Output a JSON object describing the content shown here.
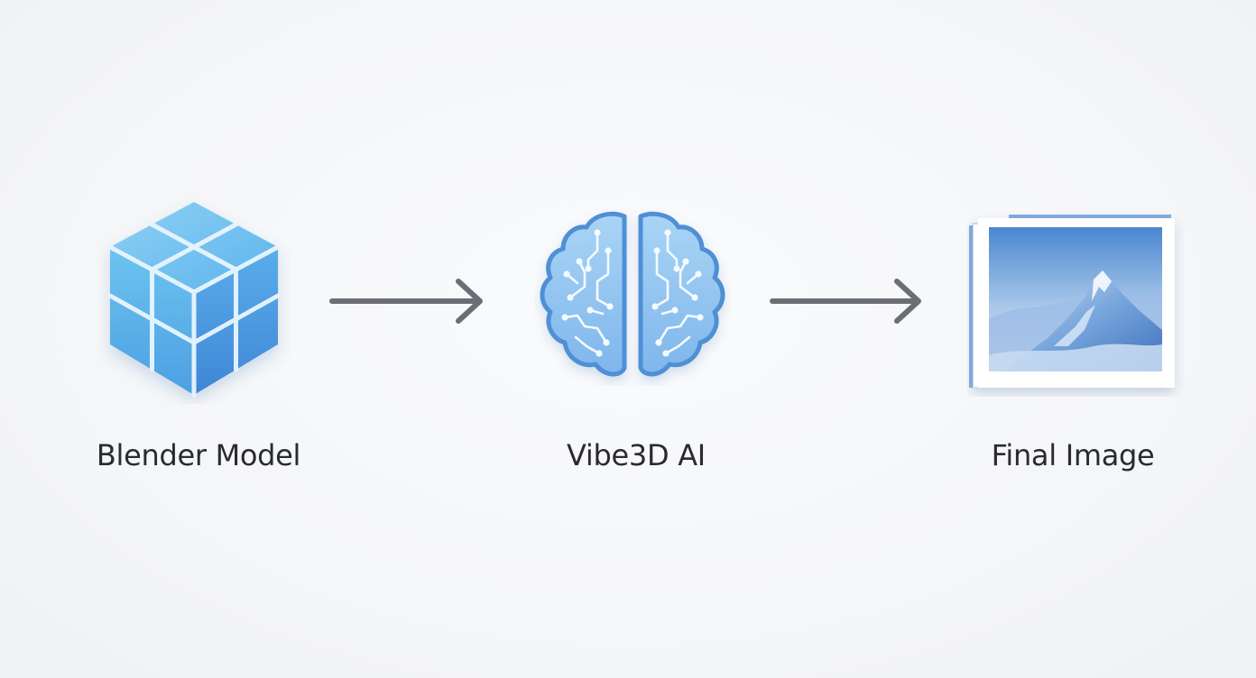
{
  "diagram": {
    "steps": [
      {
        "label": "Blender Model",
        "icon": "cube-icon"
      },
      {
        "label": "Vibe3D AI",
        "icon": "brain-icon"
      },
      {
        "label": "Final Image",
        "icon": "photo-icon"
      }
    ],
    "connectors": [
      {
        "from": "Blender Model",
        "to": "Vibe3D AI",
        "icon": "arrow-right-icon"
      },
      {
        "from": "Vibe3D AI",
        "to": "Final Image",
        "icon": "arrow-right-icon"
      }
    ],
    "colors": {
      "background": "#f5f6f8",
      "icon_blue": "#5aa9e6",
      "icon_blue_dark": "#3f7fc9",
      "arrow": "#6b6e74",
      "label_text": "#2a2b2f"
    }
  }
}
